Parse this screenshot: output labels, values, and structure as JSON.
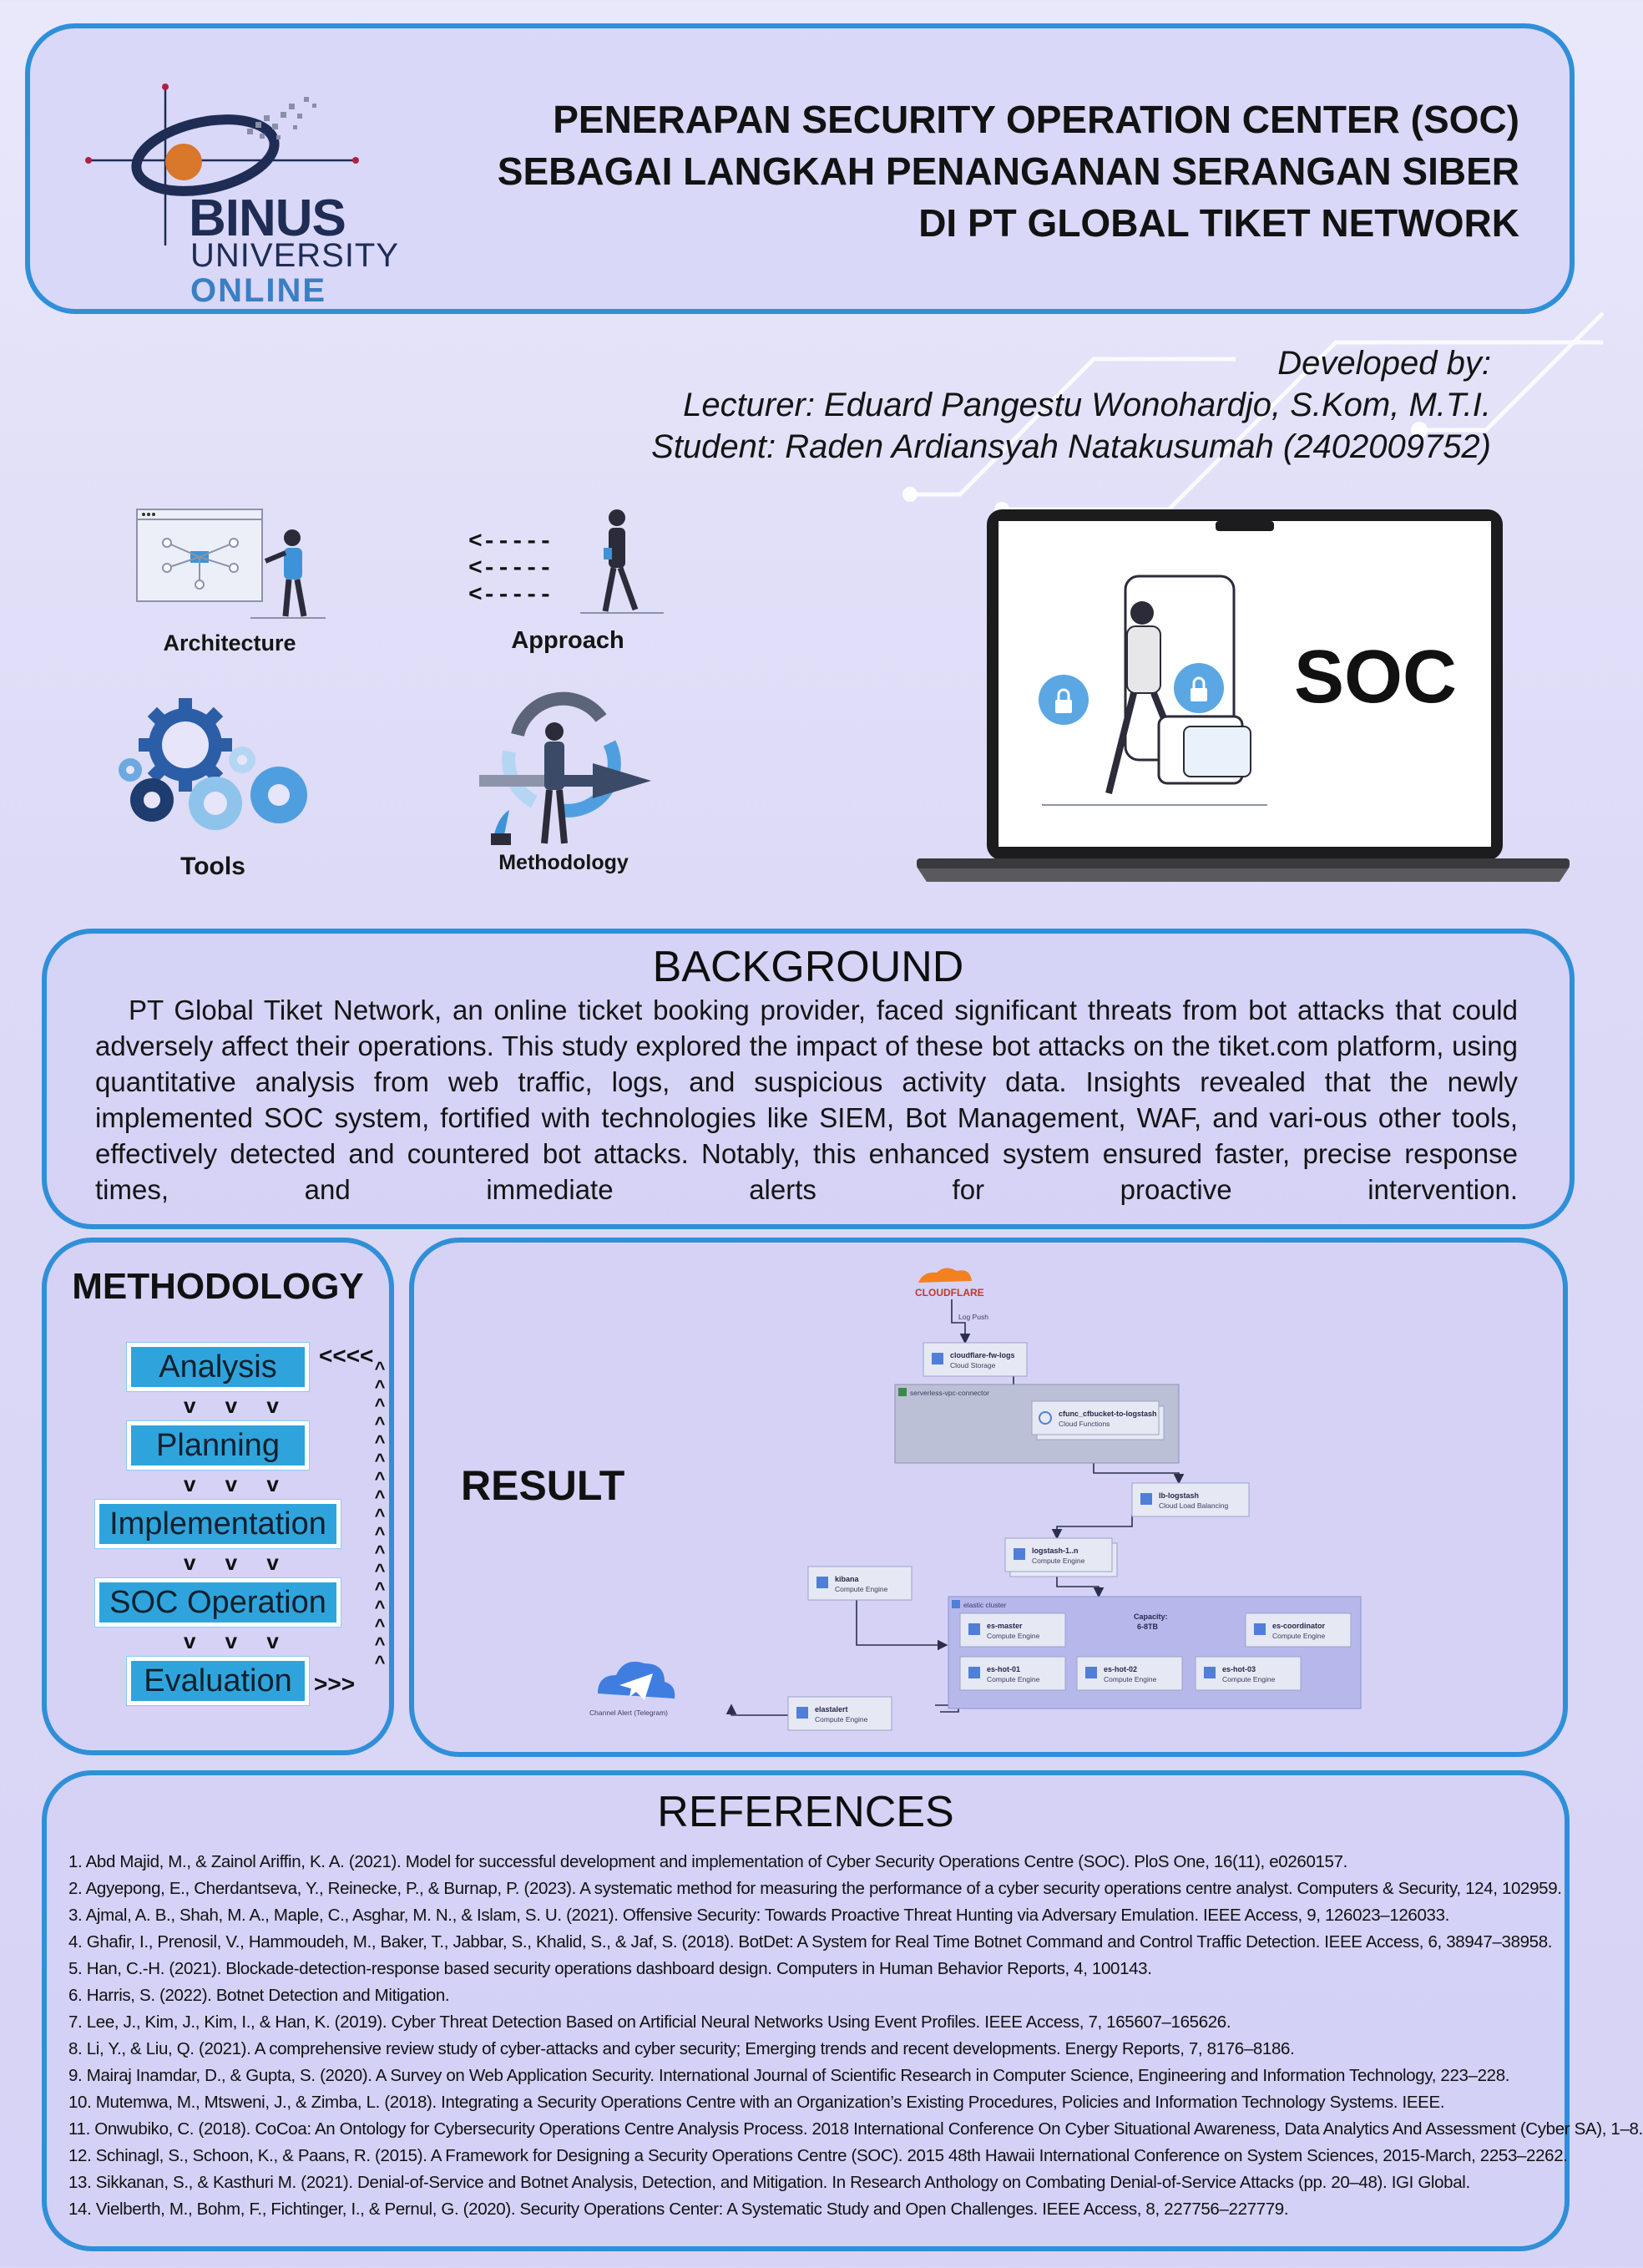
{
  "header": {
    "logo": {
      "word1": "BINUS",
      "word2": "UNIVERSITY",
      "word3": "ONLINE"
    },
    "title_lines": [
      "PENERAPAN SECURITY OPERATION CENTER (SOC)",
      "SEBAGAI LANGKAH PENANGANAN SERANGAN SIBER",
      "DI PT GLOBAL TIKET NETWORK"
    ]
  },
  "developers": {
    "label": "Developed by:",
    "lecturer": "Lecturer: Eduard Pangestu Wonohardjo, S.Kom, M.T.I.",
    "student": "Student: Raden Ardiansyah Natakusumah (2402009752)"
  },
  "icons": {
    "architecture": "Architecture",
    "approach": "Approach",
    "approach_arrows": "<-----",
    "tools": "Tools",
    "methodology": "Methodology"
  },
  "laptop": {
    "screen_text": "SOC"
  },
  "background": {
    "heading": "BACKGROUND",
    "body": "PT Global Tiket Network, an online ticket booking provider, faced significant threats from bot attacks that could adversely affect their operations. This study explored the impact of these bot attacks on the tiket.com platform, using quantitative analysis from web traffic, logs, and suspicious activity data. Insights revealed that the newly implemented SOC system, fortified with technologies like SIEM, Bot Management, WAF, and vari-ous other tools, effectively detected and countered bot attacks. Notably, this enhanced system ensured faster, precise response times, and immediate alerts for proactive intervention."
  },
  "methodology": {
    "heading": "METHODOLOGY",
    "steps": [
      "Analysis",
      "Planning",
      "Implementation",
      "SOC Operation",
      "Evaluation"
    ],
    "chevrons": "v v v",
    "return_in": "<<<<",
    "return_out": ">>>",
    "return_col": "^"
  },
  "result": {
    "heading": "RESULT",
    "diagram": {
      "cloudflare": "CLOUDFLARE",
      "log_push": "Log Push",
      "fw_logs": {
        "name": "cloudflare-fw-logs",
        "type": "Cloud Storage"
      },
      "vpc": "serverless-vpc-connector",
      "cfunc": {
        "name": "cfunc_cfbucket-to-logstash",
        "type": "Cloud Functions"
      },
      "lb": {
        "name": "lb-logstash",
        "type": "Cloud Load Balancing"
      },
      "logstash": {
        "name": "logstash-1..n",
        "type": "Compute Engine"
      },
      "kibana": {
        "name": "kibana",
        "type": "Compute Engine"
      },
      "cluster": "elastic cluster",
      "capacity": "Capacity:",
      "capacity_value": "6-8TB",
      "es_master": {
        "name": "es-master",
        "type": "Compute Engine"
      },
      "es_coordinator": {
        "name": "es-coordinator",
        "type": "Compute Engine"
      },
      "es_hot_01": {
        "name": "es-hot-01",
        "type": "Compute Engine"
      },
      "es_hot_02": {
        "name": "es-hot-02",
        "type": "Compute Engine"
      },
      "es_hot_03": {
        "name": "es-hot-03",
        "type": "Compute Engine"
      },
      "elastalert": {
        "name": "elastalert",
        "type": "Compute Engine"
      },
      "telegram": "Channel Alert (Telegram)"
    }
  },
  "references": {
    "heading": "REFERENCES",
    "items": [
      "1. Abd Majid, M., & Zainol Ariffin, K. A. (2021). Model for successful development and implementation of Cyber Security Operations Centre (SOC). PloS One, 16(11), e0260157.",
      "2. Agyepong, E., Cherdantseva, Y., Reinecke, P., & Burnap, P. (2023). A systematic method for measuring the performance of a cyber security operations centre analyst. Computers & Security, 124, 102959.",
      "3. Ajmal, A. B., Shah, M. A., Maple, C., Asghar, M. N., & Islam, S. U. (2021). Offensive Security: Towards Proactive Threat Hunting via Adversary Emulation. IEEE Access, 9, 126023–126033.",
      "4. Ghafir, I., Prenosil, V., Hammoudeh, M., Baker, T., Jabbar, S., Khalid, S., & Jaf, S. (2018). BotDet: A System for Real Time Botnet Command and Control Traffic Detection. IEEE Access, 6, 38947–38958.",
      "5. Han, C.-H. (2021). Blockade-detection-response based security operations dashboard design. Computers in Human Behavior Reports, 4, 100143.",
      "6. Harris, S. (2022). Botnet Detection and Mitigation.",
      "7. Lee, J., Kim, J., Kim, I., & Han, K. (2019). Cyber Threat Detection Based on Artificial Neural Networks Using Event Profiles. IEEE Access, 7, 165607–165626.",
      "8. Li, Y., & Liu, Q. (2021). A comprehensive review study of cyber-attacks and cyber security; Emerging trends and recent developments. Energy Reports, 7, 8176–8186.",
      "9. Mairaj Inamdar, D., & Gupta, S. (2020). A Survey on Web Application Security. International Journal of Scientific Research in Computer Science, Engineering and Information Technology, 223–228.",
      "10. Mutemwa, M., Mtsweni, J., & Zimba, L. (2018). Integrating a Security Operations Centre with an Organization’s Existing Procedures, Policies and Information Technology Systems. IEEE.",
      "11. Onwubiko, C. (2018). CoCoa: An Ontology for Cybersecurity Operations Centre Analysis Process. 2018 International Conference On Cyber Situational Awareness, Data Analytics And Assessment (Cyber SA), 1–8.",
      "12. Schinagl, S., Schoon, K., & Paans, R. (2015). A Framework for Designing a Security Operations Centre (SOC). 2015 48th Hawaii International Conference on System Sciences, 2015-March, 2253–2262.",
      "13. Sikkanan, S., & Kasthuri M. (2021). Denial-of-Service and Botnet Analysis, Detection, and Mitigation. In Research Anthology on Combating Denial-of-Service Attacks (pp. 20–48). IGI Global.",
      "14. Vielberth, M., Bohm, F., Fichtinger, I., & Pernul, G. (2020). Security Operations Center: A Systematic Study and Open Challenges. IEEE Access, 8, 227756–227779."
    ]
  },
  "colors": {
    "panel_border": "#2f8fd8",
    "step_fill": "#2fa4dc",
    "brand_navy": "#1f2d55",
    "brand_blue": "#3a7fc4",
    "logo_orange": "#d9772b"
  }
}
